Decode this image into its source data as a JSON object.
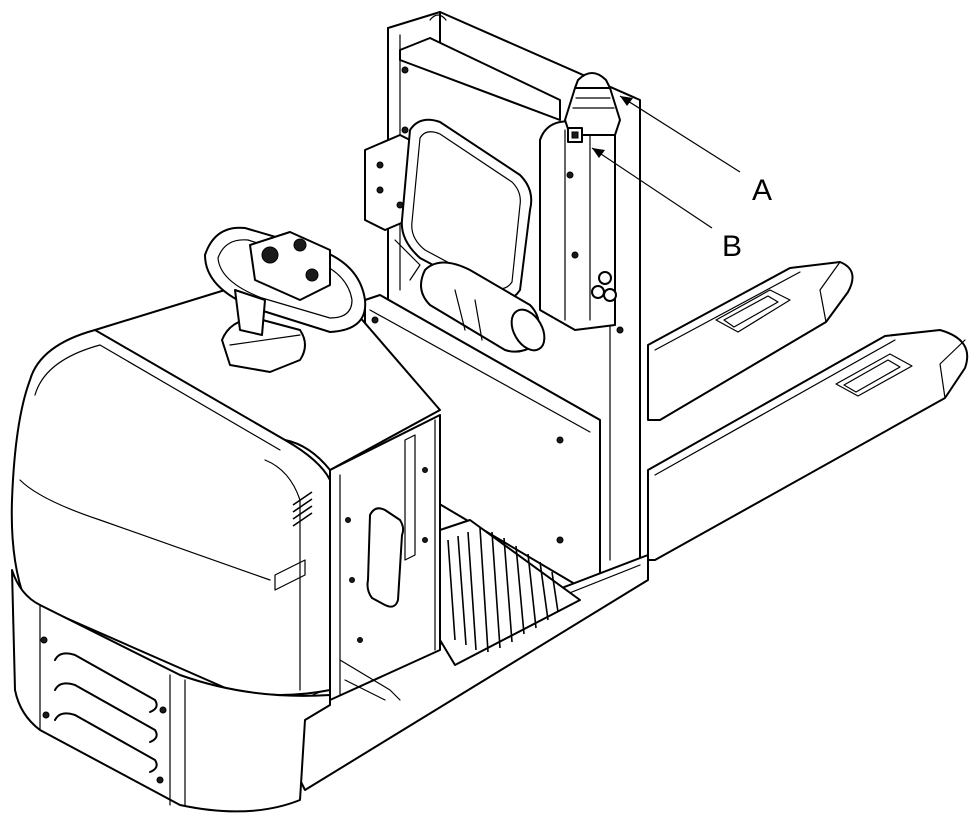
{
  "callouts": [
    {
      "letter": "A",
      "target": "beacon-light"
    },
    {
      "letter": "B",
      "target": "mast-switch"
    }
  ],
  "colors": {
    "line": "#000000",
    "background": "#ffffff"
  }
}
